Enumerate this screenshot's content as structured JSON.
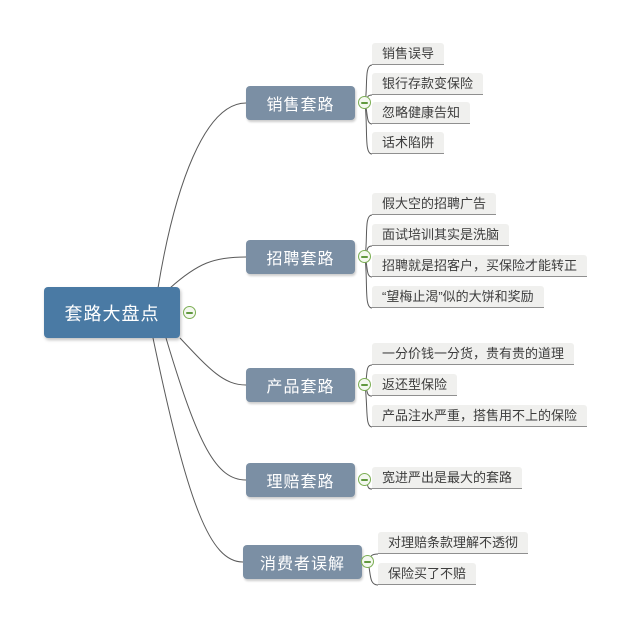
{
  "diagram": {
    "type": "mindmap",
    "root": {
      "label": "套路大盘点"
    },
    "branches": [
      {
        "label": "销售套路",
        "children": [
          "销售误导",
          "银行存款变保险",
          "忽略健康告知",
          "话术陷阱"
        ]
      },
      {
        "label": "招聘套路",
        "children": [
          "假大空的招聘广告",
          "面试培训其实是洗脑",
          "招聘就是招客户，买保险才能转正",
          "“望梅止渴”似的大饼和奖励"
        ]
      },
      {
        "label": "产品套路",
        "children": [
          "一分价钱一分货，贵有贵的道理",
          "返还型保险",
          "产品注水严重，搭售用不上的保险"
        ]
      },
      {
        "label": "理赔套路",
        "children": [
          "宽进严出是最大的套路"
        ]
      },
      {
        "label": "消费者误解",
        "children": [
          "对理赔条款理解不透彻",
          "保险买了不赔"
        ]
      }
    ],
    "colors": {
      "root_bg": "#4a7aa4",
      "branch_bg": "#7b8fa4",
      "leaf_bg": "#f0f0ee",
      "leaf_underline": "#8f8f8f",
      "connector": "#5a5a5a",
      "toggle_border": "#7cae54",
      "toggle_fill": "#f4f8f0"
    }
  }
}
